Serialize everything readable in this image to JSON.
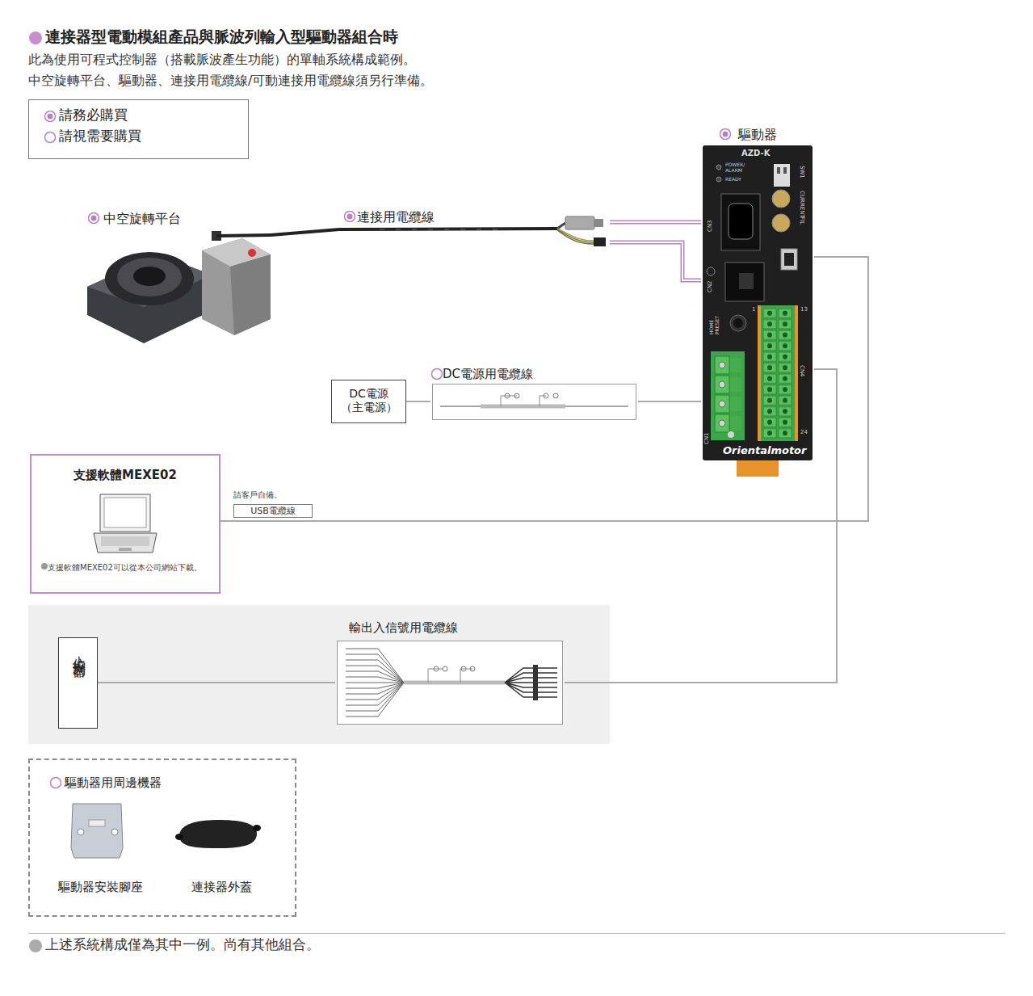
{
  "diagram": {
    "title": "連接器型電動模組產品與脈波列輸入型驅動器組合時",
    "caption": "上述系統構成僅為其中一例。尚有其他組合。",
    "nodes": [
      {
        "text": [
          "驅動器"
        ]
      },
      {
        "text": [
          "中空旋轉平台"
        ]
      },
      {
        "text": [
          "連接用電纜線"
        ]
      },
      {
        "text": [
          "DC電源用電纜線"
        ]
      },
      {
        "text": [
          "DC電源 （主電源）"
        ]
      },
      {
        "text": [
          "支援軟體MEXE02",
          "支援軟體MEXE02可以從本公司網站下載。"
        ]
      },
      {
        "text": [
          "輸出入信號用電纜線"
        ]
      },
      {
        "text": [
          "上位控制器"
        ]
      },
      {
        "text": [
          "驅動器用周邊機器"
        ]
      },
      {
        "text": [
          "驅動器安裝腳座"
        ],
        "in": 8
      },
      {
        "text": [
          "連接器外蓋"
        ],
        "in": 8
      }
    ],
    "edges": [
      {
        "from": 1,
        "to": 2,
        "arrow": "none"
      },
      {
        "from": 2,
        "to": 0,
        "arrow": "none"
      },
      {
        "from": 2,
        "to": 0,
        "arrow": "none"
      },
      {
        "from": 4,
        "to": 3,
        "arrow": "none"
      },
      {
        "from": 3,
        "to": 0,
        "arrow": "none"
      },
      {
        "from": 5,
        "to": 0,
        "label": "USB電纜線",
        "arrow": "none"
      },
      {
        "from": 7,
        "to": 6,
        "arrow": "none"
      },
      {
        "from": 6,
        "to": 0,
        "arrow": "none"
      }
    ],
    "labels": [
      "此為使用可程式控制器（搭載脈波產生功能）的單軸系統構成範例。",
      "中空旋轉平台、驅動器、連接用電纜線/可動連接用電纜線須另行準備。",
      "請客戶自備。",
      "AZD-K",
      "POWER/ ALARM",
      "READY",
      "SW1",
      "CURRENT",
      "FIL",
      "CN3",
      "CN2",
      "HOME PRESET",
      "1",
      "13",
      "24",
      "CN4",
      "CN1",
      "Orientalmotor"
    ],
    "legend": [
      {
        "text": "請務必購買"
      },
      {
        "text": "請視需要購買"
      }
    ]
  }
}
